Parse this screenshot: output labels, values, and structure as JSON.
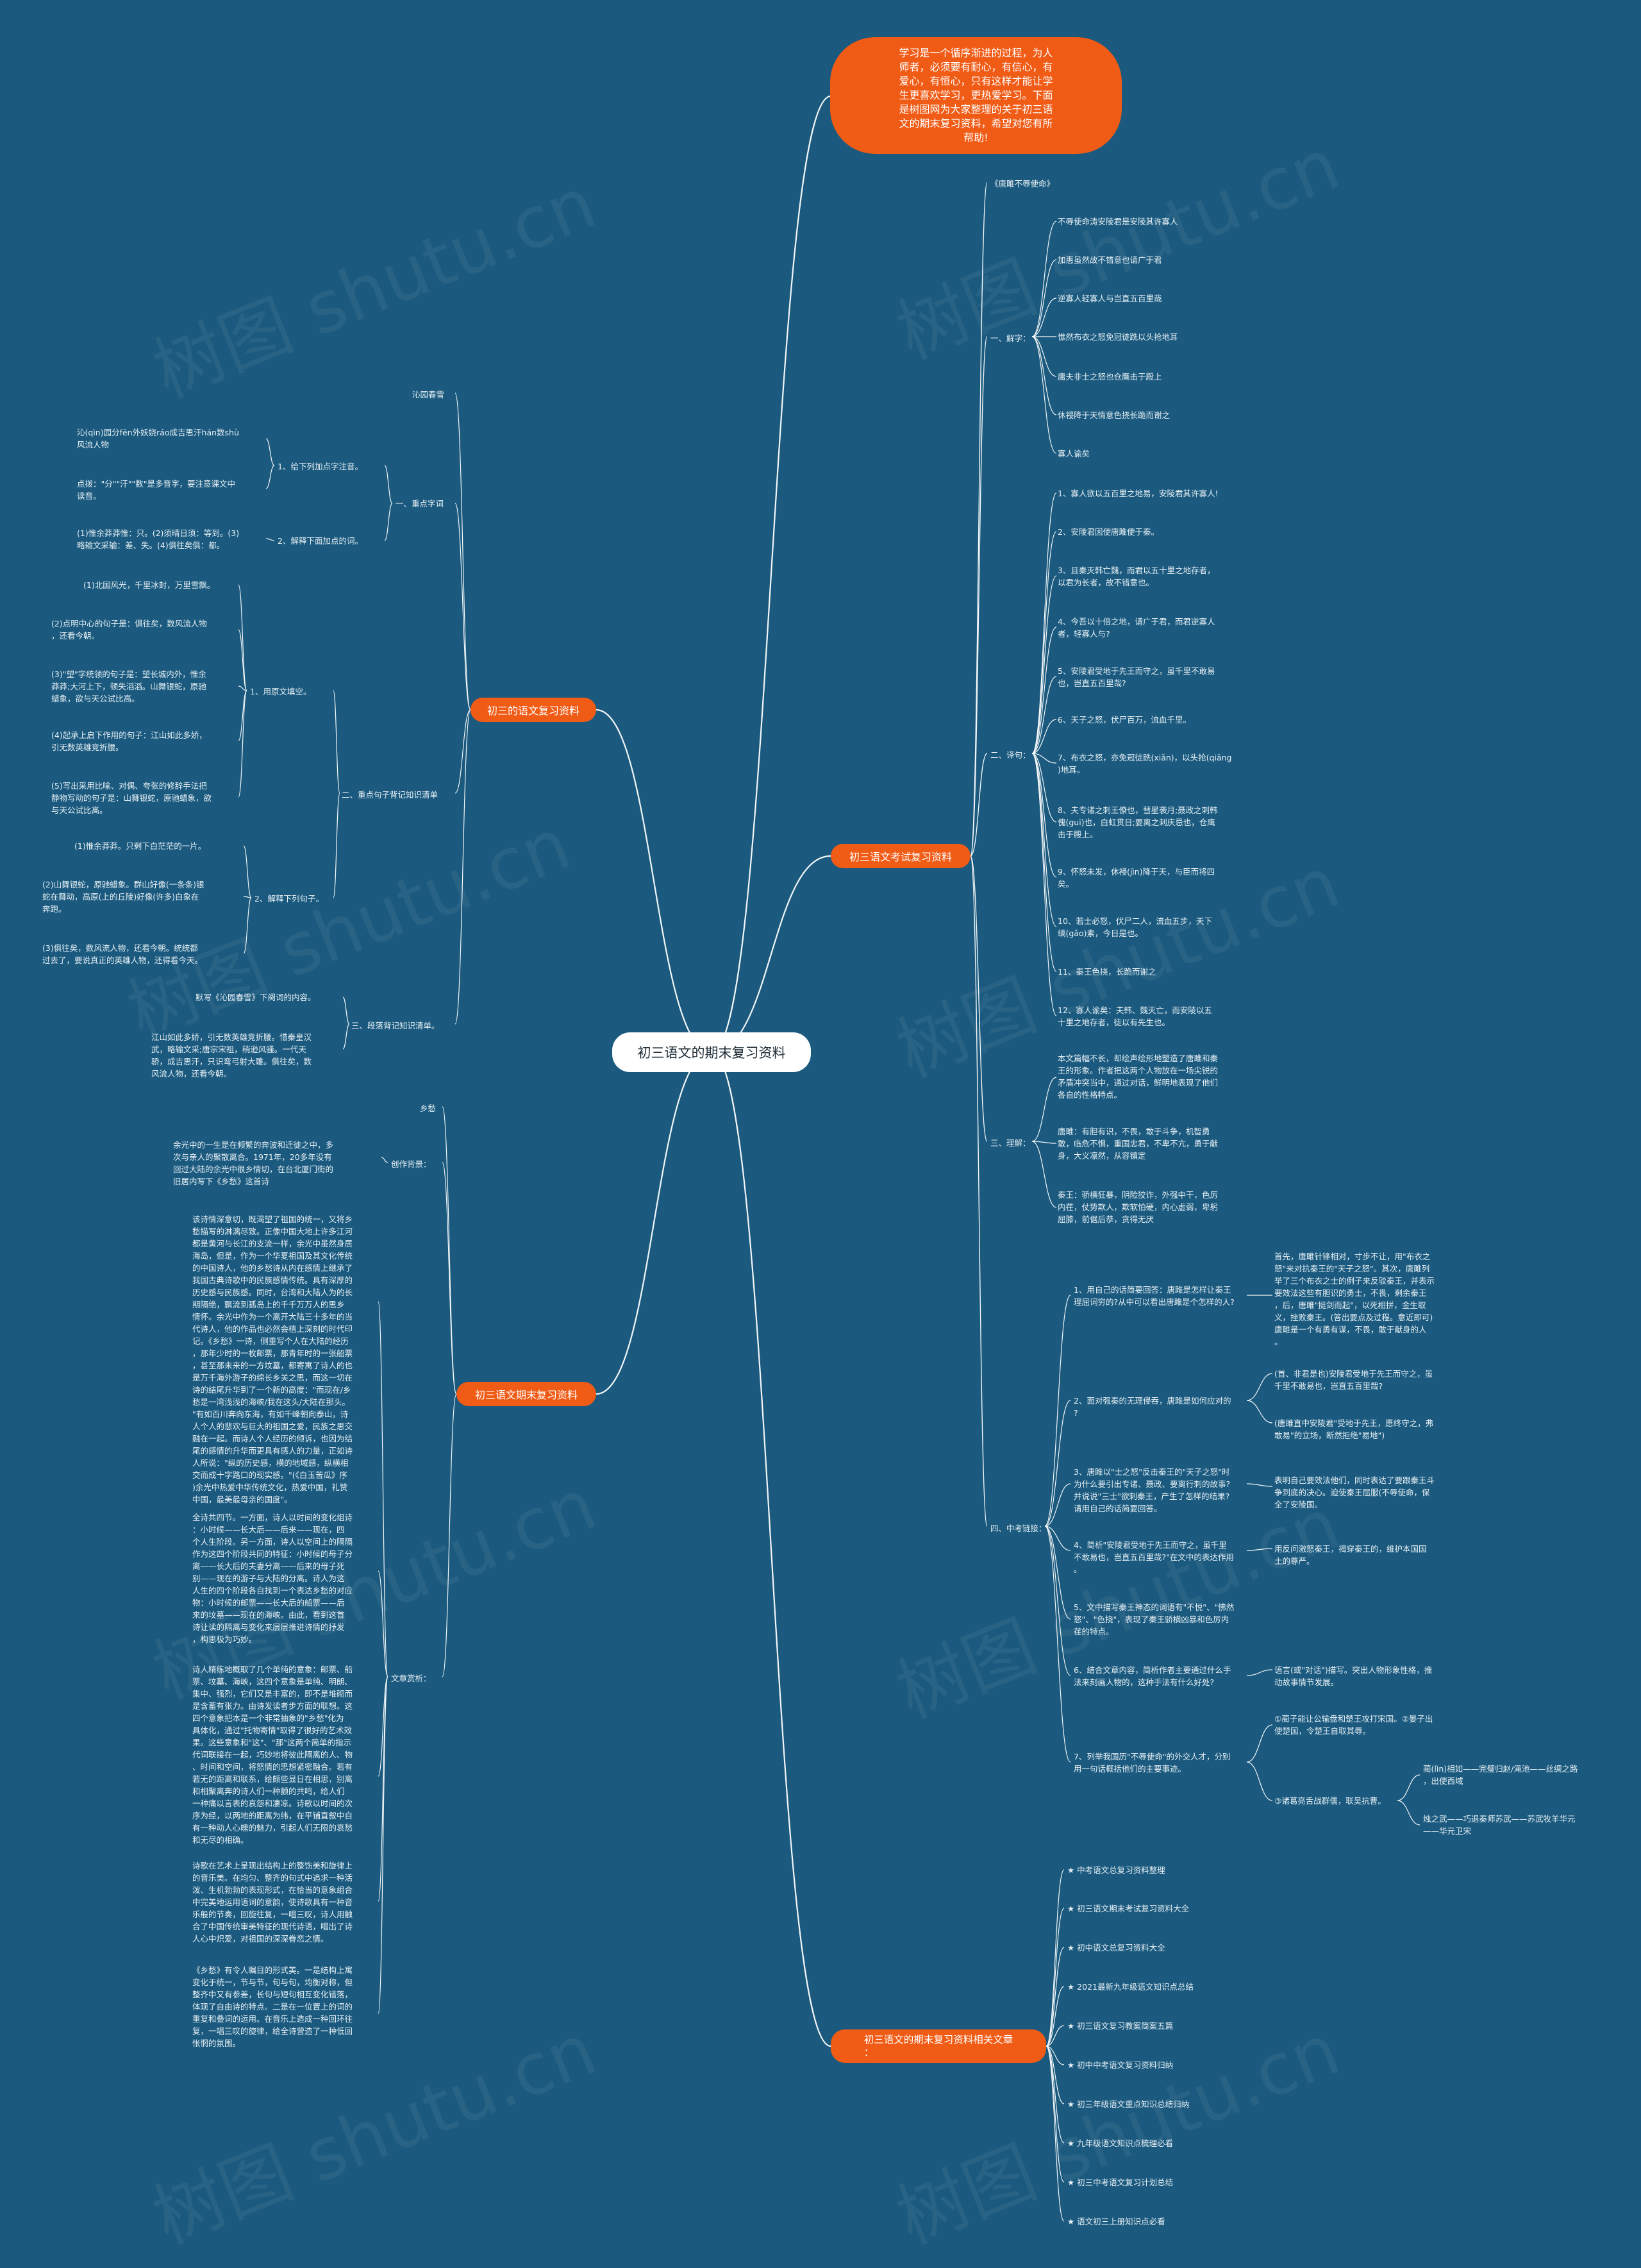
{
  "center": "初三语文的期末复习资料",
  "intro": "学习是一个循序渐进的过程，为人\n师者，必须要有耐心，有信心，有\n爱心，有恒心，只有这样才能让学\n生更喜欢学习，更热爱学习。下面\n是树图网为大家整理的关于初三语\n文的期末复习资料，希望对您有所\n帮助!",
  "watermark": "树图 shutu.cn",
  "branches": {
    "b1": "初三的语文复习资料",
    "b2": "初三语文期末复习资料",
    "b3": "初三语文考试复习资料",
    "b4": "初三语文的期末复习资料相关文章\n："
  },
  "b1": {
    "poem": "沁园春雪",
    "s1": "一、重点字词",
    "s1a": "1、给下列加点字注音。",
    "s1a_1": "沁(qìn)园分fēn外妖娆ráo成吉思汗hán数shù\n风流人物",
    "s1a_2": "点拨：\"分\"\"汗\"\"数\"是多音字，要注意课文中\n读音。",
    "s1b": "2、解释下面加点的词。",
    "s1b_1": "(1)惟余莽莽惟：只。(2)须晴日须：等到。(3)\n略输文采输：差、失。(4)俱往矣俱：都。",
    "s2": "二、重点句子背记知识清单",
    "s2a": "1、用原文填空。",
    "s2a_1": "(1)北国风光，千里冰封，万里雪飘。",
    "s2a_2": "(2)点明中心的句子是：俱往矣，数风流人物\n，还看今朝。",
    "s2a_3": "(3)\"望\"字统领的句子是：望长城内外，惟余\n莽莽;大河上下，顿失滔滔。山舞银蛇，原驰\n蜡象，欲与天公试比高。",
    "s2a_4": "(4)起承上启下作用的句子：江山如此多娇，\n引无数英雄竞折腰。",
    "s2a_5": "(5)写出采用比喻、对偶、夸张的修辞手法把\n静物写动的句子是：山舞银蛇，原驰蜡象，欲\n与天公试比高。",
    "s2b": "2、解释下列句子。",
    "s2b_1": "(1)惟余莽莽。只剩下白茫茫的一片。",
    "s2b_2": "(2)山舞银蛇，原驰蜡象。群山好像(一条条)银\n蛇在舞动，高原(上的丘陵)好像(许多)白象在\n奔跑。",
    "s2b_3": "(3)俱往矣，数风流人物，还看今朝。统统都\n过去了，要说真正的英雄人物，还得看今天。",
    "s3": "三、段落背记知识清单。",
    "s3_1": "默写《沁园春雪》下阕词的内容。",
    "s3_2": "江山如此多娇，引无数英雄竞折腰。惜秦皇汉\n武，略输文采;唐宗宋祖，稍逊风骚。一代天\n骄，成吉思汗，只识弯弓射大雕。俱往矣，数\n风流人物，还看今朝。"
  },
  "b2": {
    "poem": "乡愁",
    "bg": "创作背景：",
    "bg_1": "余光中的一生是在频繁的奔波和迁徙之中，多\n次与亲人的聚散离合。1971年，20多年没有\n回过大陆的余光中很乡情切，在台北厦门街的\n旧居内写下《乡愁》这首诗",
    "an": "文章赏析：",
    "an_1": "该诗情深意切，既渴望了祖国的统一，又将乡\n愁描写的淋漓尽致。正像中国大地上许多江河\n都是黄河与长江的支流一样，余光中虽然身居\n海岛，但是，作为一个华夏祖国及其文化传统\n的中国诗人，他的乡愁诗从内在感情上继承了\n我国古典诗歌中的民族感情传统。具有深厚的\n历史感与民族感。同时，台湾和大陆人为的长\n期隔绝，飘流到孤岛上的千千万万人的思乡\n情怀。余光中作为一个离开大陆三十多年的当\n代诗人，他的作品也必然会植上深刻的时代印\n记。《乡愁》一诗，侧重写个人在大陆的经历\n，那年少时的一枚邮票，那青年时的一张船票\n，甚至那未来的一方坟墓，都寄寓了诗人的也\n是万千海外游子的绵长乡关之思，而这一切在\n诗的结尾升华到了一个新的高度：\"而现在/乡\n愁是一湾浅浅的海峡/我在这头/大陆在那头。\n\"有如百川奔向东海，有如千峰朝向泰山，诗\n人个人的悲欢与巨大的祖国之爱，民族之思交\n融在一起。而诗人个人经历的倾诉，也因为结\n尾的感情的升华而更具有感人的力量，正如诗\n人所说：\"纵的历史感，横的地域感，纵横相\n交而成十字路口的现实感。\"(《白玉苦瓜》序\n)余光中热爱中华传统文化，热爱中国，礼赞\n中国，最美最母亲的国度\"。",
    "an_2": "全诗共四节。一方面，诗人以时间的变化组诗\n：小时候——长大后——后来——现在，四\n个人生阶段。另一方面，诗人以空间上的隔隔\n作为这四个阶段共同的特征：小时候的母子分\n离——长大后的夫妻分离——后来的母子死\n别——现在的游子与大陆的分离。诗人为这\n人生的四个阶段各自找到一个表达乡愁的对应\n物：小时候的邮票——长大后的船票——后\n来的坟墓——现在的海峡。由此，看到这首\n诗让读的隔离与变化来层层推进诗情的抒发\n，构思极为巧妙。",
    "an_3": "诗人精练地概取了几个单纯的意象：邮票、船\n票、坟墓、海峡，这四个意象是单纯、明朗、\n集中、强烈，它们又是丰富的，即不是堆砌而\n是含蓄有张力。由诗发读者步方面的联想。这\n四个意象把本是一个非常抽象的\"乡愁\"化为\n具体化，通过\"托物寄情\"取得了很好的艺术效\n果。这些意象和\"这\"、\"那\"这两个简单的指示\n代词联接在一起，巧妙地将彼此隔离的人、物\n、时间和空间，将怒情的思想紧密融合。若有\n若无的距离和联系，给颇些显日在相思，别离\n和相聚离奔的诗人们一种颤的共鸣，给人们\n一种痛以言表的哀怨和凄凉。诗歌以时间的次\n序为经，以两地的距离为纬，在平铺直叙中自\n有一种动人心魄的魅力，引起人们无限的哀愁\n和无尽的相确。",
    "an_4": "诗歌在艺术上呈现出结构上的整饬美和旋律上\n的音乐美。在均匀、整齐的句式中追求一种活\n泼、生机勃勃的表现形式，在恰当的意象组合\n中完美地运用语词的意韵，使诗歌具有一种音\n乐般的节奏，回旋往复，一唱三叹，诗人用触\n合了中国传统审美特征的现代诗语，唱出了诗\n人心中炽爱，对祖国的深深眷恋之情。",
    "an_5": "《乡愁》有令人瞩目的形式美。一是结构上寓\n变化于统一，节与节，句与句，均衡对称，但\n整齐中又有参差，长句与短句相互变化错落，\n体现了自由诗的特点。二是在一位置上的词的\n重复和叠词的运用。在音乐上造成一种回环往\n复，一唱三叹的旋律，给全诗营造了一种低回\n怅惘的氛围。"
  },
  "b3": {
    "title": "《唐雎不辱使命》",
    "s1": "一、解字：",
    "s1_items": [
      "不辱使命涛安陵君是安陵其许寡人",
      "加惠虽然故不错意也请广于君",
      "逆寡人轻寡人与岂直五百里哉",
      "憔然布衣之怒免冠徒跣以头抢地耳",
      "庸夫非士之怒也仓鹰击于殿上",
      "休祲降于天情意色挠长跪而谢之",
      "寡人谕矣"
    ],
    "s2": "二、译句：",
    "s2_items": [
      "1、寡人欲以五百里之地易，安陵君其许寡人!",
      "2、安陵君因使唐雎使于秦。",
      "3、且秦灭韩亡魏，而君以五十里之地存者，\n以君为长者，故不错意也。",
      "4、今吾以十倍之地，请广于君，而君逆寡人\n者，轻寡人与?",
      "5、安陵君受地于先王而守之，虽千里不敢易\n也，岂直五百里哉?",
      "6、天子之怒，伏尸百万，流血千里。",
      "7、布衣之怒，亦免冠徒跣(xiǎn)，以头抢(qiāng\n)地耳。",
      "8、夫专诸之刺王僚也，彗星袭月;聂政之刺韩\n傀(guī)也，白虹贯日;要离之刺庆忌也，仓鹰\n击于殿上。",
      "9、怀怒未发，休祲(jìn)降于天，与臣而将四\n矣。",
      "10、若士必怒，伏尸二人，流血五步，天下\n缟(gǎo)素，今日是也。",
      "11、秦王色挠，长跪而谢之",
      "12、寡人谕矣：夫韩、魏灭亡，而安陵以五\n十里之地存者，徒以有先生也。"
    ],
    "s3": "三、理解：",
    "s3_items": [
      "本文篇幅不长，却绘声绘形地塑造了唐雎和秦\n王的形象。作者把这两个人物放在一场尖锐的\n矛盾冲突当中，通过对话，鲜明地表现了他们\n各自的性格特点。",
      "唐雎：有胆有识，不畏，敢于斗争，机智勇\n敢，临危不惧，重国忠君，不卑不亢，勇于献\n身，大义凛然，从容镇定",
      "秦王：骄横狂暴，阴险狡诈，外强中干，色厉\n内荏，仗势欺人，欺软怕硬，内心虚弱，卑躬\n屈膝，前倨后恭，贪得无厌"
    ],
    "s4": "四、中考链接：",
    "q1": "1、用自己的话简要回答：唐雎是怎样让秦王\n理屈词穷的?从中可以看出唐雎是个怎样的人?",
    "a1": "首先，唐雎针锋相对，寸步不让，用\"布衣之\n怒\"来对抗秦王的\"天子之怒\"。其次，唐雎列\n举了三个布衣之士的例子来反驳秦王，并表示\n要效法这些有胆识的勇士，不畏，剩余秦王\n，后，唐雎\"挺剑而起\"，以死相拼，金生取\n义，挫败秦王。(答出要点及过程。意近即可)\n唐雎是一个有勇有谋，不畏，敢于献身的人\n。",
    "q2": "2、面对强秦的无理侵吞，唐雎是如何应对的\n?",
    "a2_1": "(首、非君是也)安陵君受地于先王而守之，虽\n千里不敢易也，岂直五百里哉?",
    "a2_2": "(唐雎直中安陵君\"受地于先王，愿终守之，弗\n敢易\"的立场，断然拒绝\"易地\")",
    "q3": "3、唐雎以\"士之怒\"反击秦王的\"天子之怒\"时\n为什么要引出专诸、聂政、要离行刺的故事?\n并说说\"三士\"欲刺秦王，产生了怎样的结果?\n请用自己的话简要回答。",
    "a3": "表明自己要效法他们，同时表达了要跟秦王斗\n争到底的决心。迫使秦王屈服(不辱使命，保\n全了安陵国。",
    "q4": "4、简析\"安陵君受地于先王而守之，虽千里\n不敢易也，岂直五百里哉?\"在文中的表达作用\n。",
    "a4": "用反问激怒秦王，揭穿秦王的，维护本国国\n土的尊严。",
    "q5": "5、文中描写秦王神态的词语有\"不悦\"、\"怫然\n怒\"、\"色挠\"，表现了秦王骄横凶暴和色厉内\n荏的特点。",
    "q6": "6、结合文章内容，简析作者主要通过什么手\n法来刻画人物的，这种手法有什么好处?",
    "a6": "语言(或\"对话\")描写。突出人物形象性格，推\n动故事情节发展。",
    "q7": "7、列举我国历\"不辱使命\"的外交人才，分别\n用一句话概括他们的主要事迹。",
    "a7_1": "①蔺子能让公输盘和楚王攻打宋国。②晏子出\n使楚国，令楚王自取其辱。",
    "a7_2": "③诸葛亮舌战群儒，联吴抗曹。",
    "a7_3": "蔺(lìn)相如——完璧归赵/渑池——丝绸之路\n，出使西域",
    "a7_4": "烛之武——巧退秦师苏武——苏武牧羊华元\n——华元卫宋"
  },
  "b4": {
    "items": [
      "★ 中考语文总复习资料整理",
      "★ 初三语文期末考试复习资料大全",
      "★ 初中语文总复习资料大全",
      "★ 2021最新九年级语文知识点总结",
      "★ 初三语文复习教案简案五篇",
      "★ 初中中考语文复习资料归纳",
      "★ 初三年级语文重点知识总结归纳",
      "★ 九年级语文知识点梳理必看",
      "★ 初三中考语文复习计划总结",
      "★ 语文初三上册知识点必看"
    ]
  }
}
